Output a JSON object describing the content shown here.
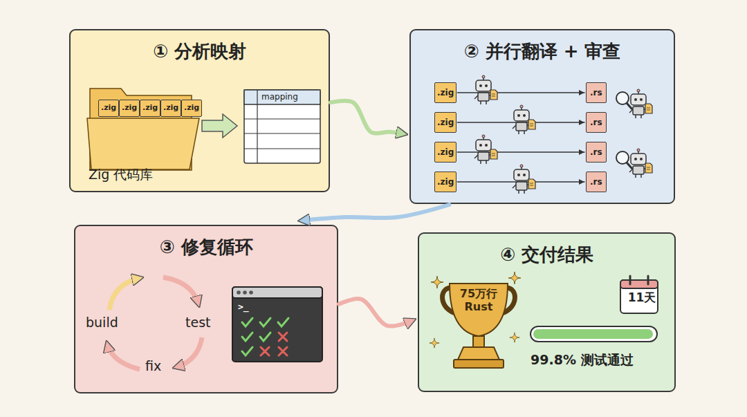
{
  "diagram": {
    "nodes": [
      {
        "text": [
          "① 分析映射"
        ]
      },
      {
        "text": [
          ".zig"
        ],
        "in": 0
      },
      {
        "text": [
          ".zig"
        ],
        "in": 0
      },
      {
        "text": [
          ".zig"
        ],
        "in": 0
      },
      {
        "text": [
          ".zig"
        ],
        "in": 0
      },
      {
        "text": [
          ".zig"
        ],
        "in": 0
      },
      {
        "text": [
          "mapping"
        ],
        "in": 0
      },
      {
        "text": [
          "② 并行翻译 + 审查"
        ]
      },
      {
        "text": [
          ".zig"
        ],
        "in": 7
      },
      {
        "text": [
          ".rs"
        ],
        "in": 7
      },
      {
        "text": [
          ".zig"
        ],
        "in": 7
      },
      {
        "text": [
          ".rs"
        ],
        "in": 7
      },
      {
        "text": [
          ".zig"
        ],
        "in": 7
      },
      {
        "text": [
          ".rs"
        ],
        "in": 7
      },
      {
        "text": [
          ".zig"
        ],
        "in": 7
      },
      {
        "text": [
          ".rs"
        ],
        "in": 7
      },
      {
        "text": [
          "③ 修复循环"
        ]
      },
      {
        "text": [
          ">_"
        ],
        "in": 16
      },
      {
        "text": [
          "④ 交付结果"
        ]
      },
      {
        "text": [
          "75万行 Rust"
        ],
        "in": 18
      },
      {
        "text": [
          "11天"
        ],
        "in": 18
      }
    ],
    "edges": [
      {
        "from": 0,
        "to": 7,
        "arrow": "to"
      },
      {
        "from": 7,
        "to": 16,
        "arrow": "to"
      },
      {
        "from": 16,
        "to": 18,
        "arrow": "to"
      },
      {
        "from": 8,
        "to": 9,
        "arrow": "to"
      },
      {
        "from": 10,
        "to": 11,
        "arrow": "to"
      },
      {
        "from": 12,
        "to": 13,
        "arrow": "to"
      },
      {
        "from": 14,
        "to": 15,
        "arrow": "to"
      }
    ],
    "labels": [
      "Zig 代码库",
      "build",
      "test",
      "fix",
      "99.8% 测试通过"
    ]
  }
}
